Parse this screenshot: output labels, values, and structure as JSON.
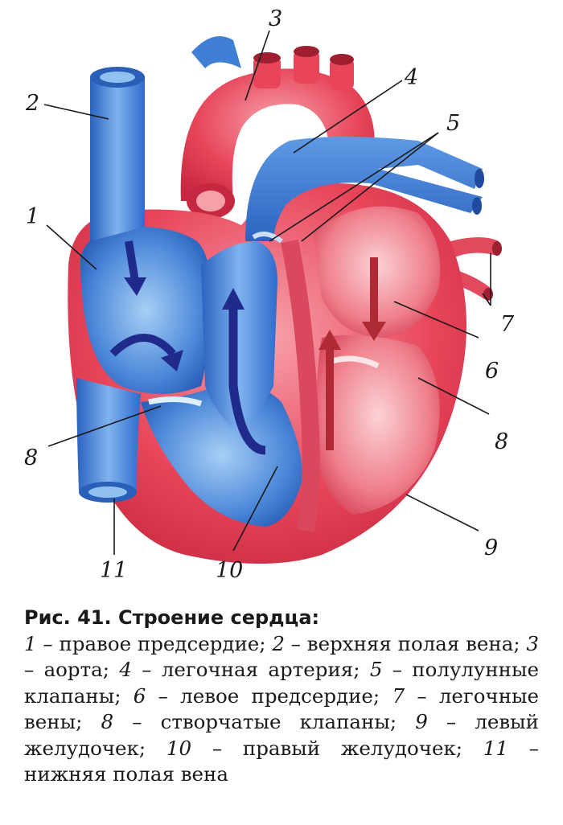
{
  "figure": {
    "labels": [
      "1",
      "2",
      "3",
      "4",
      "5",
      "6",
      "7",
      "8",
      "8",
      "9",
      "10",
      "11"
    ],
    "colors": {
      "venous_blue": "#3f7fd6",
      "venous_light": "#8fc0f0",
      "arterial_red": "#e8455a",
      "arterial_light": "#f6a0a8",
      "wall_pink": "#f3a3ae",
      "arrow_blue": "#1f2a8a",
      "arrow_red": "#b02a36"
    },
    "icons": [
      "blood-flow-arrow-icon"
    ]
  },
  "caption": {
    "title": "Рис. 41. Строение сердца:",
    "items": [
      {
        "num": "1",
        "text": "правое предсердие;"
      },
      {
        "num": "2",
        "text": "верхняя полая вена;"
      },
      {
        "num": "3",
        "text": "аорта;"
      },
      {
        "num": "4",
        "text": "легочная артерия;"
      },
      {
        "num": "5",
        "text": "полулунные клапаны;"
      },
      {
        "num": "6",
        "text": "левое предсердие;"
      },
      {
        "num": "7",
        "text": "легочные вены;"
      },
      {
        "num": "8",
        "text": "створчатые клапаны;"
      },
      {
        "num": "9",
        "text": "левый желудочек;"
      },
      {
        "num": "10",
        "text": "правый желудочек;"
      },
      {
        "num": "11",
        "text": "нижняя полая вена"
      }
    ]
  }
}
